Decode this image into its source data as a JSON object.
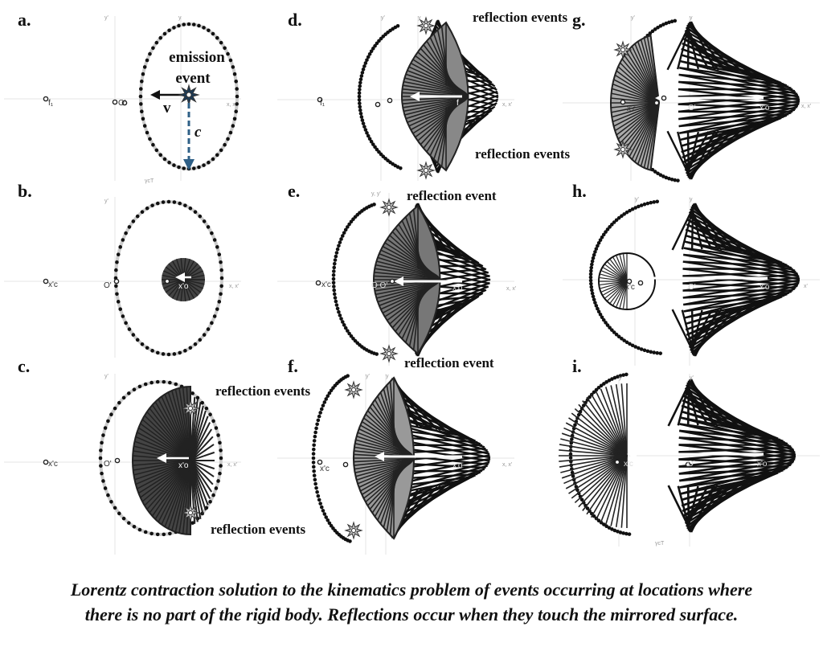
{
  "panels": [
    {
      "id": "a",
      "label": "a.",
      "annotations": [
        "emission",
        "event",
        "v",
        "c"
      ],
      "points": [
        "f₁",
        "O'"
      ],
      "axes": [
        "y'",
        "y",
        "x, x'",
        "γcT"
      ]
    },
    {
      "id": "b",
      "label": "b.",
      "annotations": [],
      "points": [
        "x'c",
        "O'",
        "x'o"
      ],
      "axes": [
        "y'",
        "x, x'"
      ]
    },
    {
      "id": "c",
      "label": "c.",
      "annotations": [
        "reflection events",
        "reflection events"
      ],
      "points": [
        "x'c",
        "O'",
        "x'o"
      ],
      "axes": [
        "y'",
        "x, x'"
      ]
    },
    {
      "id": "d",
      "label": "d.",
      "annotations": [
        "reflection events",
        "reflection events"
      ],
      "points": [
        "f₁",
        "f"
      ],
      "axes": [
        "y'",
        "y",
        "x, x'"
      ]
    },
    {
      "id": "e",
      "label": "e.",
      "annotations": [
        "reflection event",
        "reflection event"
      ],
      "points": [
        "x'c",
        "O O'",
        "x'o"
      ],
      "axes": [
        "y, y'",
        "x, x'"
      ]
    },
    {
      "id": "f",
      "label": "f.",
      "annotations": [],
      "points": [
        "x'c",
        "x'o"
      ],
      "axes": [
        "y'",
        "y",
        "x, x'"
      ]
    },
    {
      "id": "g",
      "label": "g.",
      "annotations": [
        "reflection events"
      ],
      "points": [
        "x'c",
        "O'",
        "x'o"
      ],
      "axes": [
        "y'",
        "y",
        "x, x'"
      ]
    },
    {
      "id": "h",
      "label": "h.",
      "annotations": [],
      "points": [
        "x'c",
        "O'",
        "x'o"
      ],
      "axes": [
        "y'",
        "y",
        "x'"
      ]
    },
    {
      "id": "i",
      "label": "i.",
      "annotations": [],
      "points": [
        "x'c",
        "O'",
        "x'o"
      ],
      "axes": [
        "y",
        "y'",
        "γcT"
      ]
    }
  ],
  "caption": {
    "line1": "Lorentz contraction solution to the kinematics problem of events occurring at locations where",
    "line2": "there is no part of the rigid body.  Reflections occur when they touch the mirrored surface."
  },
  "colors": {
    "c_arrow": "#2e5f86",
    "ink": "#111111",
    "axis": "#e6e6e6"
  }
}
